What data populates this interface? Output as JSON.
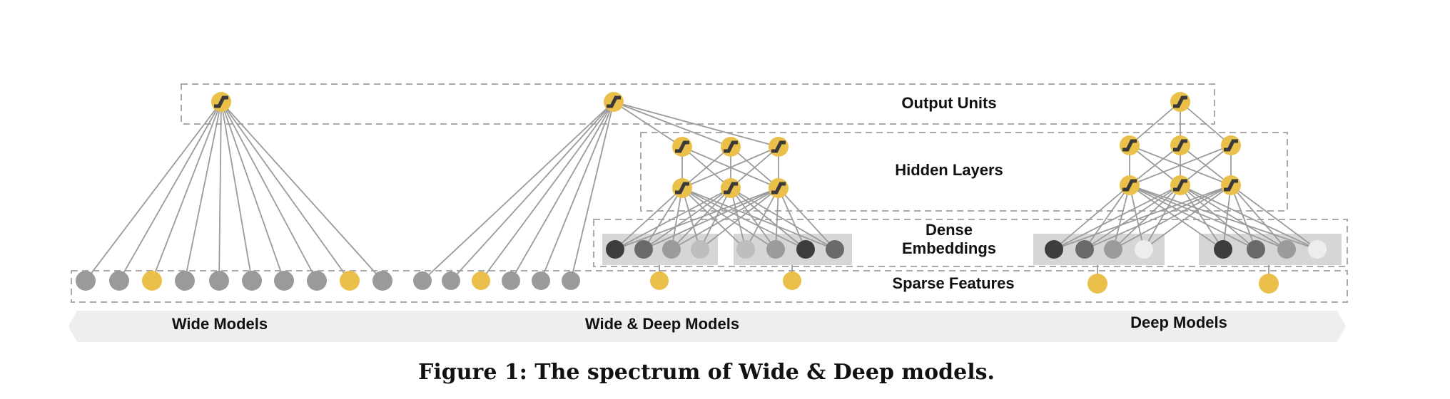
{
  "layer_labels": {
    "output": "Output Units",
    "hidden": "Hidden Layers",
    "dense_line1": "Dense",
    "dense_line2": "Embeddings",
    "sparse": "Sparse Features"
  },
  "model_labels": {
    "wide": "Wide Models",
    "wide_deep": "Wide & Deep Models",
    "deep": "Deep Models"
  },
  "caption": "Figure 1:  The spectrum of Wide & Deep models.",
  "colors": {
    "yellow": "#EBC04A",
    "gray": "#9A9A9A",
    "line": "#9B9B9B",
    "dash": "#AAAAAA",
    "arrow_band": "#EEEEEE",
    "embed_group": "#D6D6D6",
    "embed_shades": [
      "#3D3D3D",
      "#6A6A6A",
      "#9B9B9B",
      "#BDBDBD",
      "#EDEDED"
    ]
  },
  "icons": {
    "unit": "sigmoid-activation-icon",
    "feature": "feature-node-icon"
  }
}
